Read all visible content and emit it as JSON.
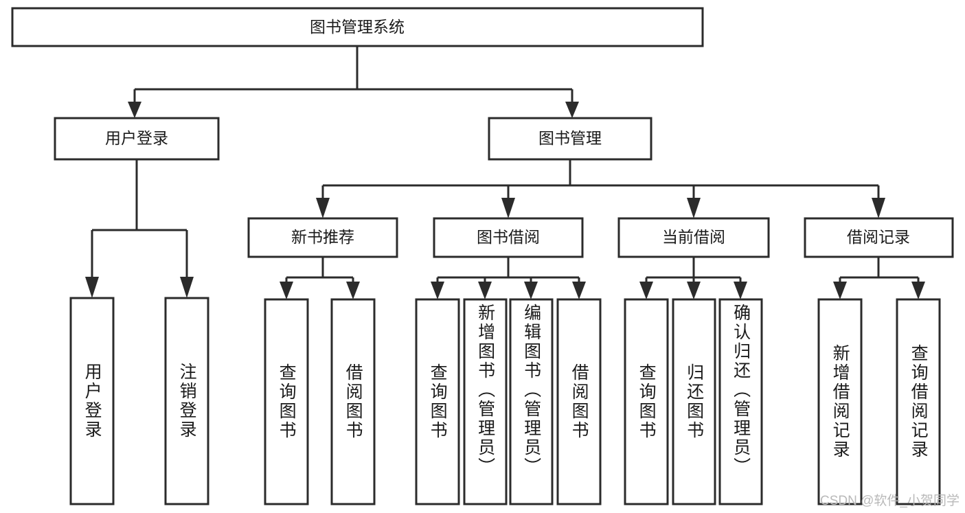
{
  "diagram": {
    "type": "tree-hierarchy",
    "title": "图书管理系统",
    "root": {
      "id": "root",
      "label": "图书管理系统",
      "orientation": "horizontal"
    },
    "level1": [
      {
        "id": "user-login",
        "label": "用户登录",
        "orientation": "horizontal"
      },
      {
        "id": "book-management",
        "label": "图书管理",
        "orientation": "horizontal"
      }
    ],
    "level2": [
      {
        "id": "new-book-recommend",
        "label": "新书推荐",
        "parent": "book-management",
        "orientation": "horizontal"
      },
      {
        "id": "book-borrow",
        "label": "图书借阅",
        "parent": "book-management",
        "orientation": "horizontal"
      },
      {
        "id": "current-borrow",
        "label": "当前借阅",
        "parent": "book-management",
        "orientation": "horizontal"
      },
      {
        "id": "borrow-record",
        "label": "借阅记录",
        "parent": "book-management",
        "orientation": "horizontal"
      }
    ],
    "leaves": [
      {
        "id": "leaf-user-login",
        "label": "用户登录",
        "parent": "user-login",
        "orientation": "vertical"
      },
      {
        "id": "leaf-user-logout",
        "label": "注销登录",
        "parent": "user-login",
        "orientation": "vertical"
      },
      {
        "id": "leaf-query-book-1",
        "label": "查询图书",
        "parent": "new-book-recommend",
        "orientation": "vertical"
      },
      {
        "id": "leaf-borrow-book-1",
        "label": "借阅图书",
        "parent": "new-book-recommend",
        "orientation": "vertical"
      },
      {
        "id": "leaf-query-book-2",
        "label": "查询图书",
        "parent": "book-borrow",
        "orientation": "vertical"
      },
      {
        "id": "leaf-add-book",
        "label": "新增图书（管理员）",
        "parent": "book-borrow",
        "orientation": "vertical"
      },
      {
        "id": "leaf-edit-book",
        "label": "编辑图书（管理员）",
        "parent": "book-borrow",
        "orientation": "vertical"
      },
      {
        "id": "leaf-borrow-book-2",
        "label": "借阅图书",
        "parent": "book-borrow",
        "orientation": "vertical"
      },
      {
        "id": "leaf-query-book-3",
        "label": "查询图书",
        "parent": "current-borrow",
        "orientation": "vertical"
      },
      {
        "id": "leaf-return-book",
        "label": "归还图书",
        "parent": "current-borrow",
        "orientation": "vertical"
      },
      {
        "id": "leaf-confirm-return",
        "label": "确认归还（管理员）",
        "parent": "current-borrow",
        "orientation": "vertical"
      },
      {
        "id": "leaf-add-record",
        "label": "新增借阅记录",
        "parent": "borrow-record",
        "orientation": "vertical"
      },
      {
        "id": "leaf-query-record",
        "label": "查询借阅记录",
        "parent": "borrow-record",
        "orientation": "vertical"
      }
    ],
    "watermark": "CSDN @软件_小贺同学",
    "colors": {
      "stroke": "#2b2b2b",
      "fill": "#ffffff",
      "text": "#1a1a1a",
      "watermark": "#b9b9b9",
      "background": "#ffffff"
    }
  }
}
